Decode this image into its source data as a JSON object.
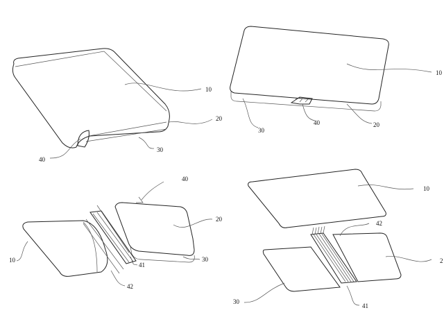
{
  "figures": {
    "fig_a": {
      "labels": {
        "display": "10",
        "body": "20",
        "base": "30",
        "hinge": "40"
      }
    },
    "fig_b": {
      "labels": {
        "display": "10",
        "base": "30",
        "hinge": "40",
        "body": "20"
      }
    },
    "fig_c": {
      "labels": {
        "hinge": "40",
        "body": "20",
        "display": "10",
        "rail": "41",
        "base": "30",
        "cable": "42"
      }
    },
    "fig_d": {
      "labels": {
        "display": "10",
        "cable": "42",
        "body": "2",
        "base": "30",
        "rail": "41"
      }
    }
  }
}
